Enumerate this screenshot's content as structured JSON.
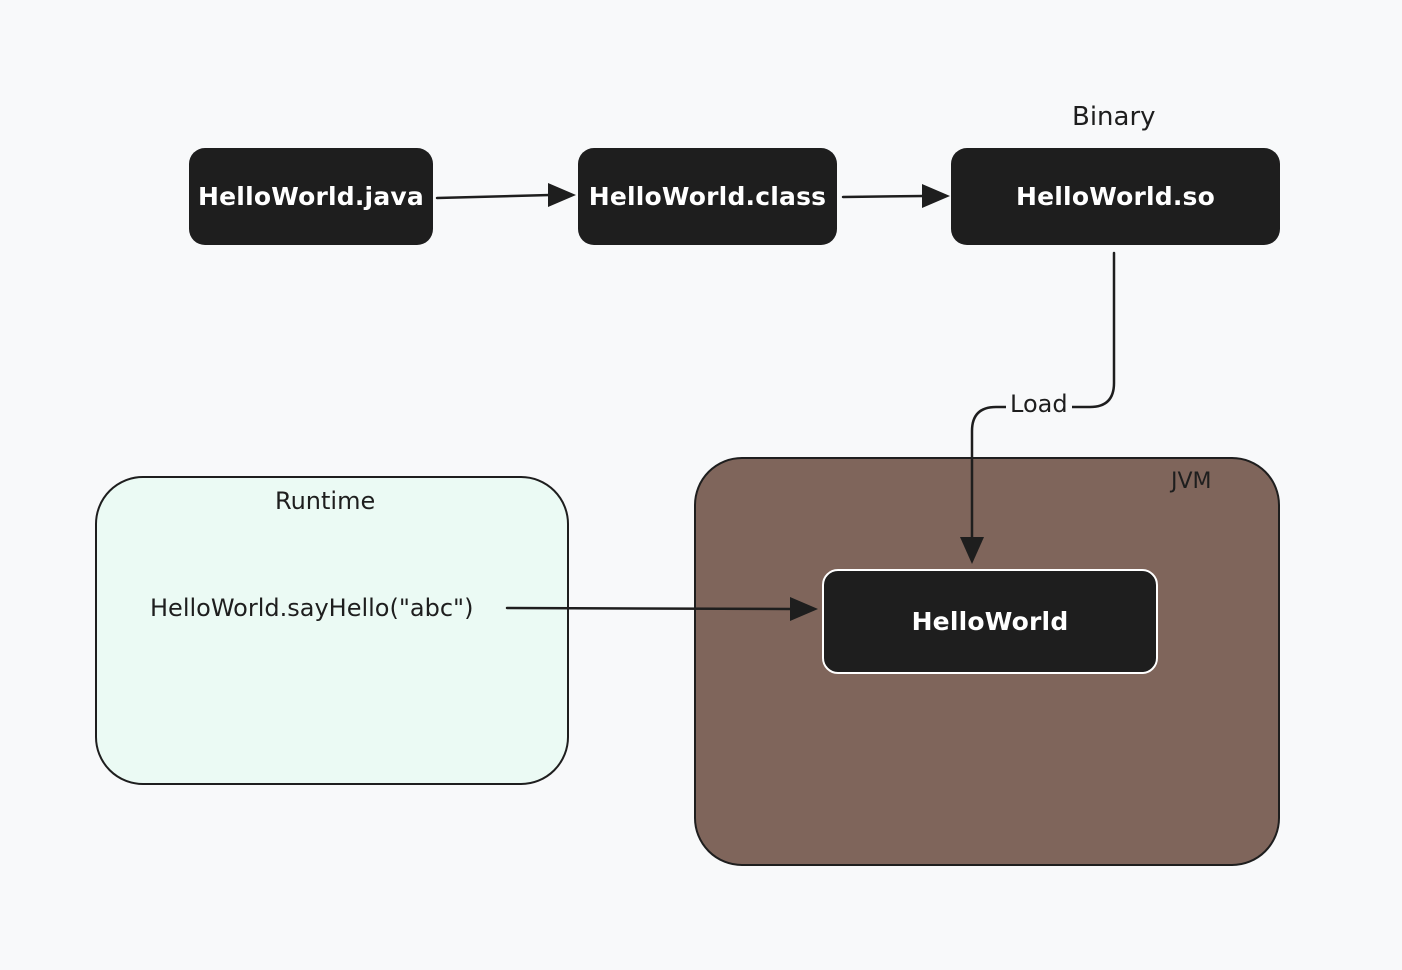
{
  "nodes": {
    "java_file": "HelloWorld.java",
    "class_file": "HelloWorld.class",
    "so_file": "HelloWorld.so",
    "jvm_class": "HelloWorld"
  },
  "labels": {
    "binary": "Binary",
    "load": "Load",
    "runtime": "Runtime",
    "jvm": "JVM",
    "call": "HelloWorld.sayHello(\"abc\")"
  },
  "colors": {
    "background": "#f8f9fa",
    "node_fill": "#1e1e1e",
    "node_text": "#ffffff",
    "stroke": "#1e1e1e",
    "runtime_fill": "#ebfaf4",
    "jvm_fill": "#7f655b"
  }
}
